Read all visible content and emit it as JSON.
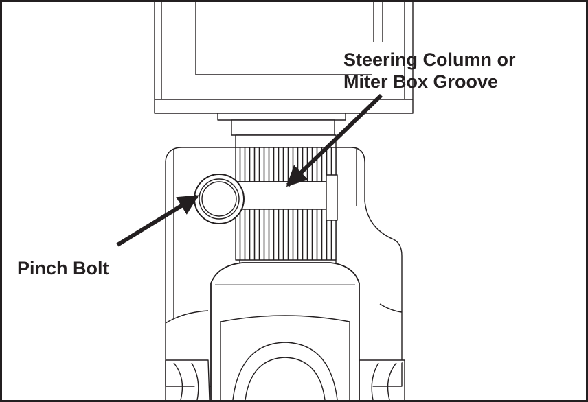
{
  "labels": {
    "groove_line1": "Steering Column or",
    "groove_line2": "Miter Box Groove",
    "pinch_bolt": "Pinch Bolt"
  },
  "colors": {
    "ink": "#231f20",
    "paper": "#ffffff",
    "shade": "#cfcfcf"
  }
}
